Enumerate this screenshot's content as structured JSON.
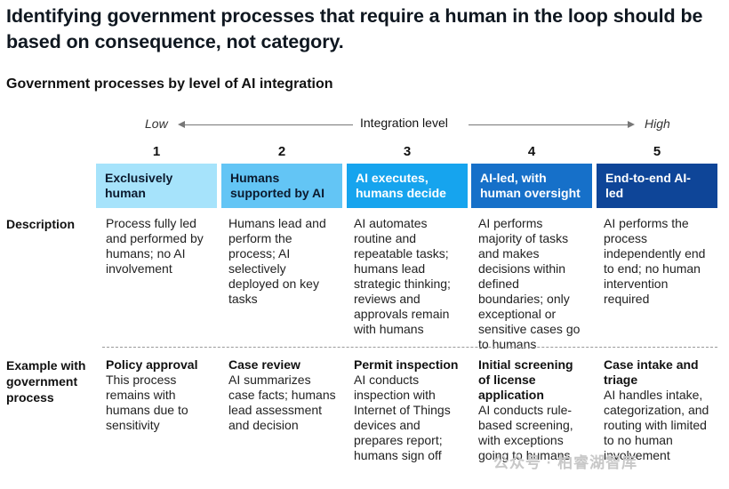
{
  "headline": "Identifying government processes that require a human in the loop should be based on consequence, not category.",
  "subtitle": "Government processes by level of AI integration",
  "axis": {
    "low": "Low",
    "title": "Integration level",
    "high": "High"
  },
  "row_labels": {
    "description": "Description",
    "example": "Example with government process"
  },
  "colors": {
    "level1": "#a6e3fb",
    "level2": "#63c5f5",
    "level3": "#16a4ee",
    "level4": "#1670c9",
    "level5": "#0e4598"
  },
  "columns": [
    {
      "number": "1",
      "heading": "Exclusively human",
      "description": "Process fully led and performed by humans; no AI involvement",
      "example_title": "Policy approval",
      "example_text": "This process remains with humans due to sensitivity"
    },
    {
      "number": "2",
      "heading": "Humans supported by AI",
      "description": "Humans lead and perform the process; AI selectively deployed on key tasks",
      "example_title": "Case review",
      "example_text": "AI summarizes case facts; humans lead assessment and decision"
    },
    {
      "number": "3",
      "heading": "AI executes, humans decide",
      "description": "AI automates routine and repeatable tasks; humans lead strategic thinking; reviews and approvals remain with humans",
      "example_title": "Permit inspection",
      "example_text": "AI conducts inspection with Internet of Things devices and prepares report; humans sign off"
    },
    {
      "number": "4",
      "heading": "AI-led, with human oversight",
      "description": "AI performs majority of tasks and makes decisions within defined boundaries; only exceptional or sensitive cases go to humans",
      "example_title": "Initial screening of license application",
      "example_text": "AI conducts rule-based screening, with exceptions going to humans"
    },
    {
      "number": "5",
      "heading": "End-to-end AI-led",
      "description": "AI performs the process independently end to end; no human intervention required",
      "example_title": "Case intake and triage",
      "example_text": "AI handles intake, categorization, and routing with limited to no human involvement"
    }
  ],
  "watermark": "公众号 · 柏睿湖智库"
}
